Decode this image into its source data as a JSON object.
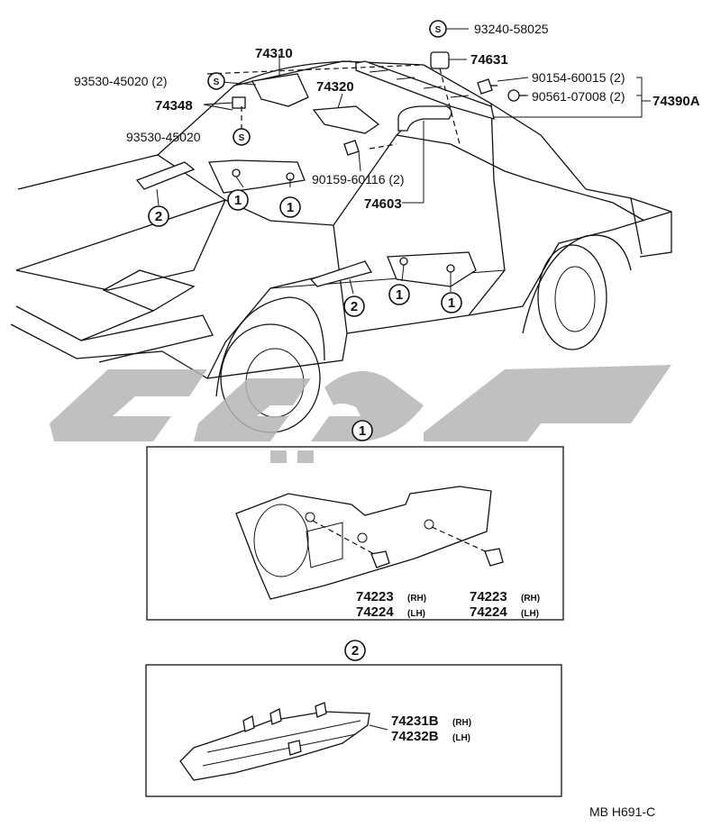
{
  "labels": {
    "p93240": "93240-58025",
    "p74631": "74631",
    "p74310": "74310",
    "p93530a": "93530-45020 (2)",
    "p74320": "74320",
    "p90154": "90154-60015 (2)",
    "p90561": "90561-07008 (2)",
    "p74390A": "74390A",
    "p74348": "74348",
    "p93530b": "93530-45020",
    "p90159": "90159-60116 (2)",
    "p74603": "74603",
    "s_symbol": "S"
  },
  "callouts": {
    "one": "1",
    "two": "2"
  },
  "detail1": {
    "rh_part": "74223",
    "rh_tag": "(RH)",
    "lh_part": "74224",
    "lh_tag": "(LH)"
  },
  "detail2": {
    "rh_part": "74231B",
    "rh_tag": "(RH)",
    "lh_part": "74232B",
    "lh_tag": "(LH)"
  },
  "footer": {
    "code": "MB  H691-C"
  },
  "colors": {
    "line": "#111111",
    "watermark": "#b5b5b5",
    "background": "#ffffff"
  }
}
